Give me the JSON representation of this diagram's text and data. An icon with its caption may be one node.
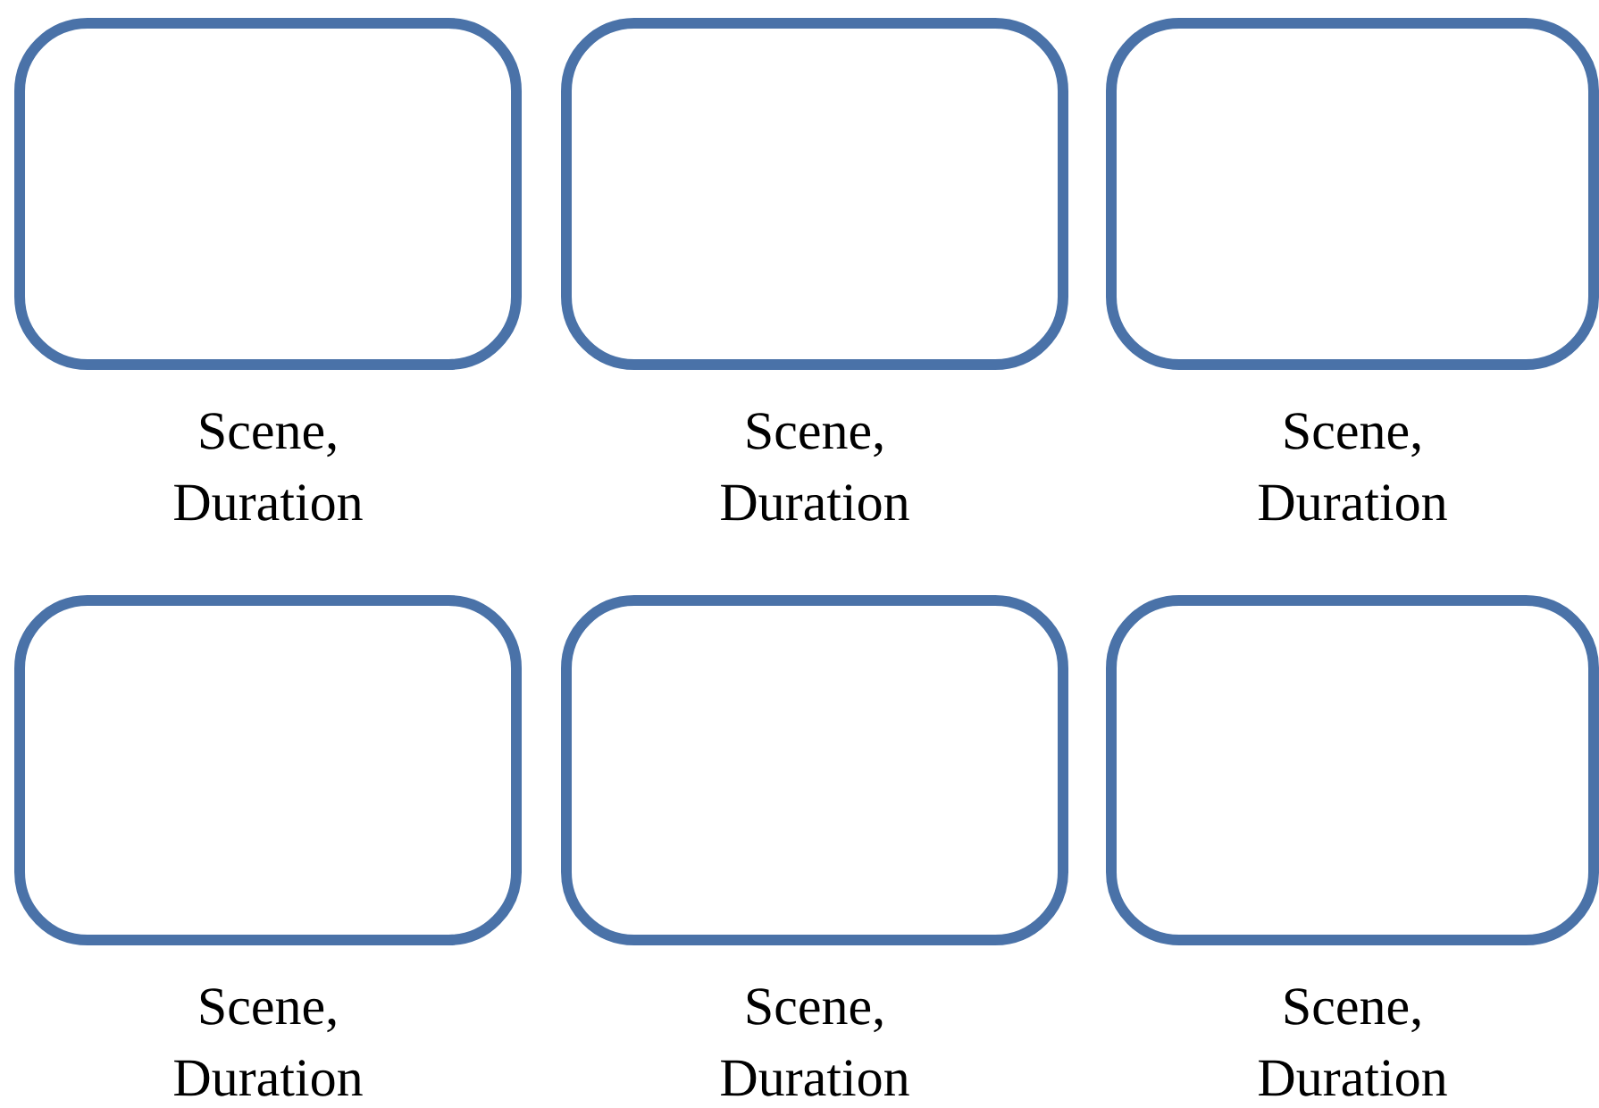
{
  "diagram": {
    "nodes": [
      {
        "text": [],
        "shape": "box",
        "beside": [
          "Scene, Duration"
        ]
      },
      {
        "text": [],
        "shape": "box",
        "beside": [
          "Scene, Duration"
        ]
      },
      {
        "text": [],
        "shape": "box",
        "beside": [
          "Scene, Duration"
        ]
      },
      {
        "text": [],
        "shape": "box",
        "beside": [
          "Scene, Duration"
        ]
      },
      {
        "text": [],
        "shape": "box",
        "beside": [
          "Scene, Duration"
        ]
      },
      {
        "text": [],
        "shape": "box",
        "beside": [
          "Scene, Duration"
        ]
      }
    ]
  }
}
